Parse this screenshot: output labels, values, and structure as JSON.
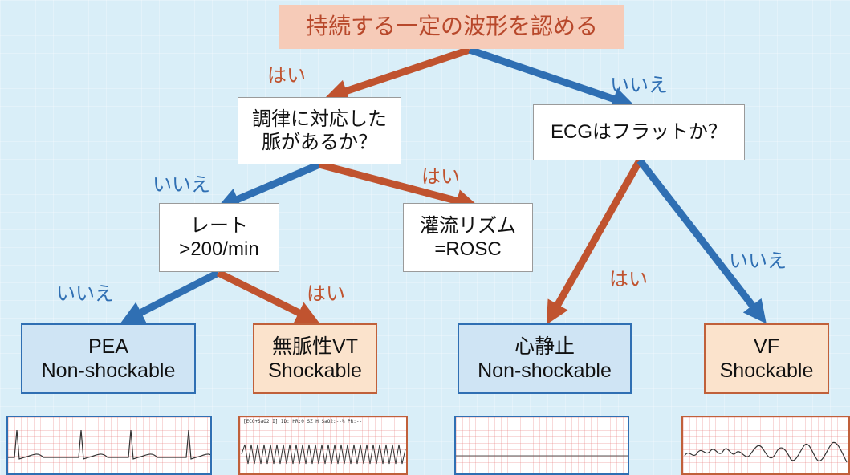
{
  "question_root": "持続する一定の波形を認める",
  "question_pulse": [
    "調律に対応した",
    "脈があるか？"
  ],
  "question_flat": "ECGはフラットか？",
  "question_rate": [
    "レート",
    ">200/min"
  ],
  "result_rosc": [
    "灌流リズム",
    "=ROSC"
  ],
  "result_pea": [
    "PEA",
    "Non-shockable"
  ],
  "result_vt": [
    "無脈性VT",
    "Shockable"
  ],
  "result_asystole": [
    "心静止",
    "Non-shockable"
  ],
  "result_vf": [
    "VF",
    "Shockable"
  ],
  "label_yes": "はい",
  "label_no": "いいえ",
  "monitor_header": "[ECG+SaO2 I] ID:  HR:0 SZ H  SaO2:--% PR:--",
  "colors": {
    "yes_arrow": "#c0532f",
    "no_arrow": "#2f6fb3",
    "background": "#d9eef8",
    "shockable_fill": "#fbe3cc",
    "nonshockable_fill": "#cfe4f4"
  }
}
